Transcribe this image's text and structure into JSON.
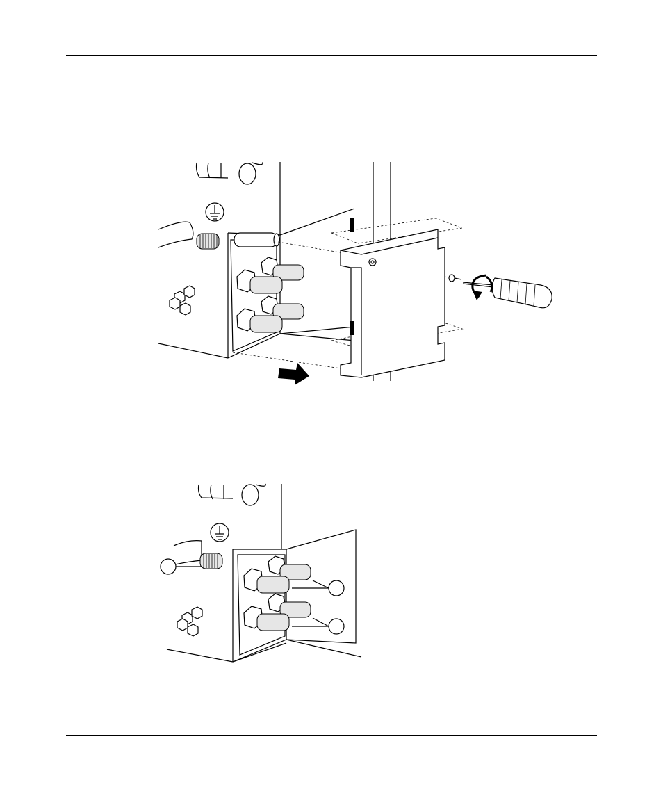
{
  "figures": [
    {
      "name": "remove-cover-plate",
      "parts": [
        "chassis",
        "terminal-panel",
        "ground-symbol",
        "ground-stud",
        "power-terminals",
        "cover-plate",
        "screw",
        "screwdriver",
        "rotation-arrow",
        "slide-out-arrow"
      ]
    },
    {
      "name": "terminals-exposed",
      "parts": [
        "chassis",
        "terminal-panel",
        "ground-symbol",
        "ground-stud",
        "power-terminals"
      ],
      "callouts": [
        "",
        "",
        ""
      ]
    }
  ]
}
